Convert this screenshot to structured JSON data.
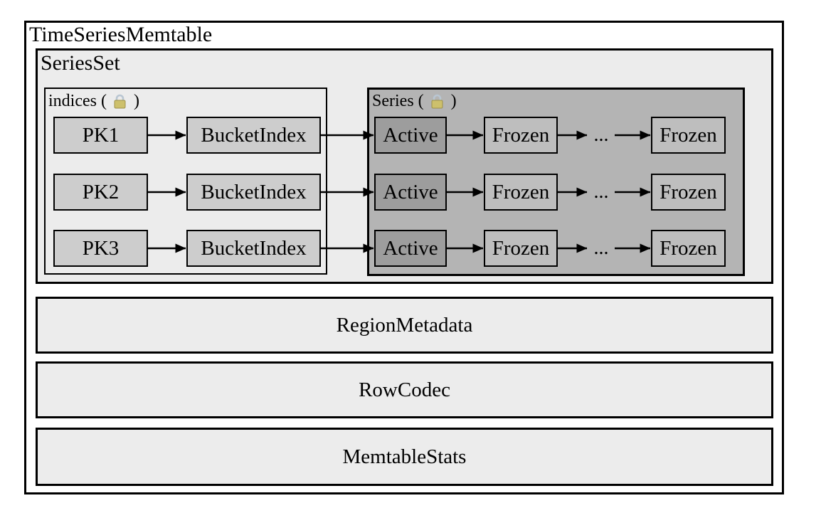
{
  "diagram": {
    "title": "TimeSeriesMemtable",
    "series_set": {
      "title": "SeriesSet",
      "indices_group": {
        "label_prefix": "indices (",
        "label_suffix": ")",
        "lock_icon": "lock-icon",
        "rows": [
          {
            "pk": "PK1",
            "bucket": "BucketIndex"
          },
          {
            "pk": "PK2",
            "bucket": "BucketIndex"
          },
          {
            "pk": "PK3",
            "bucket": "BucketIndex"
          }
        ]
      },
      "series_group": {
        "label_prefix": "Series (",
        "label_suffix": ")",
        "lock_icon": "lock-icon",
        "rows": [
          {
            "active": "Active",
            "frozen_first": "Frozen",
            "ellipsis": "...",
            "frozen_last": "Frozen"
          },
          {
            "active": "Active",
            "frozen_first": "Frozen",
            "ellipsis": "...",
            "frozen_last": "Frozen"
          },
          {
            "active": "Active",
            "frozen_first": "Frozen",
            "ellipsis": "...",
            "frozen_last": "Frozen"
          }
        ]
      }
    },
    "layers": [
      {
        "label": "RegionMetadata"
      },
      {
        "label": "RowCodec"
      },
      {
        "label": "MemtableStats"
      }
    ]
  },
  "colors": {
    "page_bg": "#ffffff",
    "outer_box_bg": "#ffffff",
    "panel_bg": "#ececec",
    "node_bg": "#cdcdcd",
    "series_panel_bg": "#b4b4b4",
    "active_node_bg": "#9d9d9d",
    "frozen_node_bg": "#bebebe",
    "border": "#000000",
    "lock_body": "#cdc06c",
    "lock_shackle": "#b9c6d2"
  },
  "connections": [
    {
      "from": "pk-1",
      "to": "bucket-1"
    },
    {
      "from": "pk-2",
      "to": "bucket-2"
    },
    {
      "from": "pk-3",
      "to": "bucket-3"
    },
    {
      "from": "bucket-1",
      "to": "active-1"
    },
    {
      "from": "bucket-2",
      "to": "active-2"
    },
    {
      "from": "bucket-3",
      "to": "active-3"
    },
    {
      "from": "active-1",
      "to": "frozen-1a"
    },
    {
      "from": "active-2",
      "to": "frozen-2a"
    },
    {
      "from": "active-3",
      "to": "frozen-3a"
    },
    {
      "from": "frozen-1a",
      "to": "dots-1"
    },
    {
      "from": "frozen-2a",
      "to": "dots-2"
    },
    {
      "from": "frozen-3a",
      "to": "dots-3"
    },
    {
      "from": "dots-1",
      "to": "frozen-1b"
    },
    {
      "from": "dots-2",
      "to": "frozen-2b"
    },
    {
      "from": "dots-3",
      "to": "frozen-3b"
    }
  ]
}
